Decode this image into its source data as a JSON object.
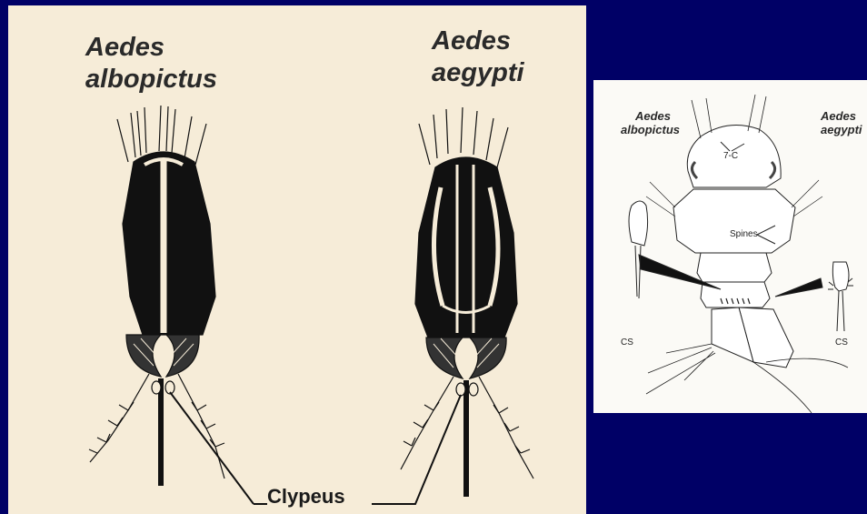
{
  "left_panel": {
    "species_left": [
      "Aedes",
      "albopictus"
    ],
    "species_right": [
      "Aedes",
      "aegypti"
    ],
    "callout": "Clypeus"
  },
  "right_panel": {
    "species_left": [
      "Aedes",
      "albopictus"
    ],
    "species_right": [
      "Aedes",
      "aegypti"
    ],
    "labels": {
      "seta": "7-C",
      "spines": "Spines",
      "comb_scale_left": "CS",
      "comb_scale_right": "CS"
    }
  },
  "colors": {
    "background": "#000066",
    "left_panel_paper": "#f6ecd8",
    "right_panel_paper": "#fbfaf6",
    "ink": "#111111"
  }
}
